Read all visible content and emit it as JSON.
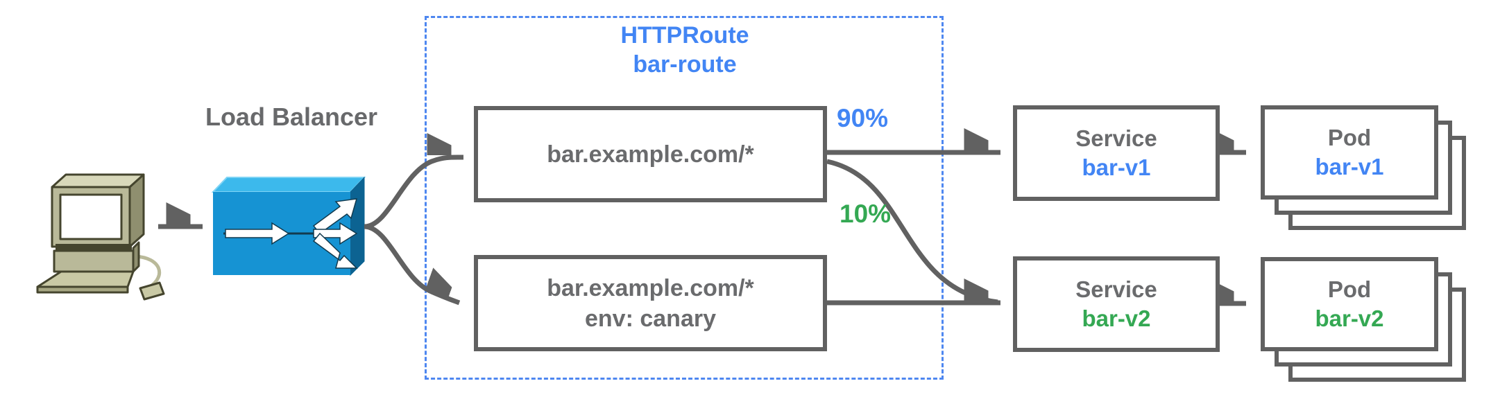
{
  "diagram": {
    "load_balancer": {
      "label": "Load Balancer"
    },
    "httproute": {
      "title_line1": "HTTPRoute",
      "title_line2": "bar-route"
    },
    "routes": [
      {
        "lines": [
          "bar.example.com/*"
        ]
      },
      {
        "lines": [
          "bar.example.com/*",
          "env: canary"
        ]
      }
    ],
    "weights": [
      {
        "label": "90%",
        "color": "#4285f4"
      },
      {
        "label": "10%",
        "color": "#34a853"
      }
    ],
    "services": [
      {
        "kind": "Service",
        "name": "bar-v1",
        "name_color": "#4285f4"
      },
      {
        "kind": "Service",
        "name": "bar-v2",
        "name_color": "#34a853"
      }
    ],
    "pods": [
      {
        "kind": "Pod",
        "name": "bar-v1",
        "name_color": "#4285f4"
      },
      {
        "kind": "Pod",
        "name": "bar-v2",
        "name_color": "#34a853"
      }
    ],
    "icons": {
      "client": "desktop-computer-icon",
      "load_balancer": "load-balancer-icon"
    },
    "colors": {
      "connector_gray": "#616161",
      "text_gray": "#6a6b6d",
      "blue": "#4285f4",
      "green": "#34a853",
      "dashed_border_blue": "#4e87f0",
      "lb_front": "#1693d3",
      "lb_top": "#3cb9ec",
      "lb_side": "#0c6392",
      "computer_body": "#b9b999",
      "computer_light": "#d8d8ba",
      "computer_dark": "#8f8f6f",
      "computer_outline": "#45452e"
    }
  }
}
